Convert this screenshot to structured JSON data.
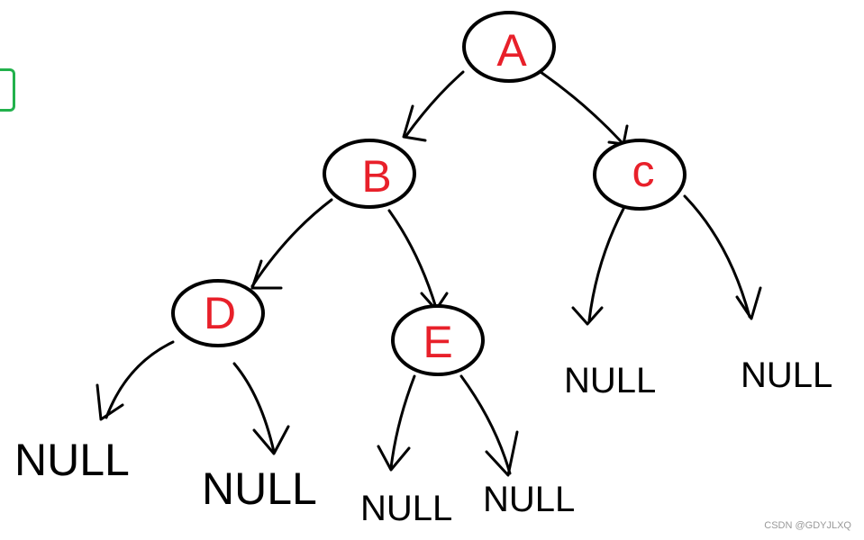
{
  "diagram": {
    "title": "",
    "node_color": "#e8202a",
    "nodes": [
      {
        "id": "A",
        "label": "A"
      },
      {
        "id": "B",
        "label": "B"
      },
      {
        "id": "C",
        "label": "c"
      },
      {
        "id": "D",
        "label": "D"
      },
      {
        "id": "E",
        "label": "E"
      }
    ],
    "null_label": "NULL",
    "edges": [
      {
        "from": "A",
        "to": "B"
      },
      {
        "from": "A",
        "to": "C"
      },
      {
        "from": "B",
        "to": "D"
      },
      {
        "from": "B",
        "to": "E"
      },
      {
        "from": "C",
        "to": "NULL"
      },
      {
        "from": "C",
        "to": "NULL"
      },
      {
        "from": "D",
        "to": "NULL"
      },
      {
        "from": "D",
        "to": "NULL"
      },
      {
        "from": "E",
        "to": "NULL"
      },
      {
        "from": "E",
        "to": "NULL"
      }
    ]
  },
  "watermark": "CSDN @GDYJLXQ"
}
